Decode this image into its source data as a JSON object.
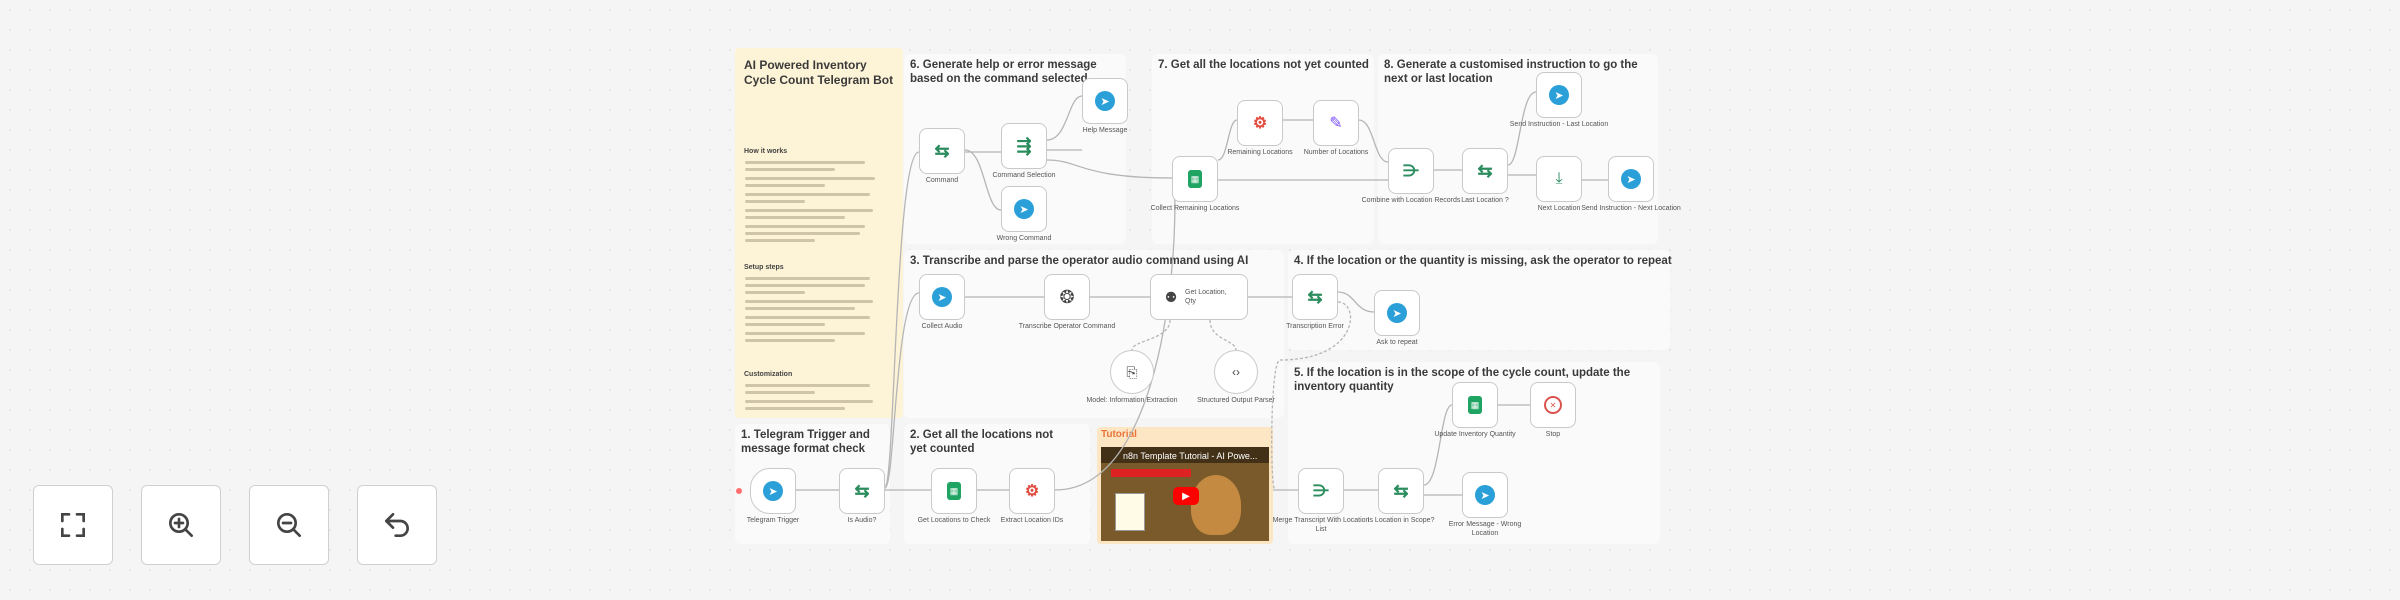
{
  "sticky": {
    "title": "AI Powered Inventory Cycle Count Telegram Bot",
    "how_it_works": "How it works",
    "setup_steps": "Setup steps",
    "customization": "Customization"
  },
  "sections": {
    "s1": "1. Telegram Trigger and message format check",
    "s2": "2. Get all the locations not yet counted",
    "s3": "3. Transcribe and parse the operator audio command using AI",
    "s4": "4. If the location or the quantity is missing, ask the operator to repeat",
    "s5": "5. If the location is in the scope of the cycle count, update the inventory quantity",
    "s6": "6. Generate help or error message based on the command selected",
    "s7": "7. Get all the locations not yet counted",
    "s8": "8. Generate a customised instruction to go the next or last location"
  },
  "tutorial": {
    "label": "Tutorial",
    "video_title": "n8n Template Tutorial - AI Powe..."
  },
  "nodes": {
    "telegram_trigger": "Telegram Trigger",
    "is_audio": "Is Audio?",
    "get_locations_to_check": "Get Locations to Check",
    "extract_location_ids": "Extract Location IDs",
    "command": "Command",
    "command_selection": "Command Selection",
    "help_message": "Help Message",
    "wrong_command": "Wrong Command",
    "collect_remaining_locations": "Collect Remaining Locations",
    "remaining_locations": "Remaining Locations",
    "number_of_locations": "Number of Locations",
    "combine_with_location_records": "Combine with Location Records",
    "last_location": "Last Location ?",
    "send_instruction_last_location": "Send Instruction - Last Location",
    "next_location": "Next Location",
    "send_instruction_next_location": "Send Instruction - Next Location",
    "collect_audio": "Collect Audio",
    "transcribe_operator_command": "Transcribe Operator Command",
    "get_location_qty": "Get Location, Qty",
    "model_information_extraction": "Model: Information Extraction",
    "structured_output_parser": "Structured Output Parser",
    "transcription_error": "Transcription Error",
    "ask_to_repeat": "Ask to repeat",
    "merge_transcript_with_location_list": "Merge Transcript With Location List",
    "is_location_in_scope": "Is Location in Scope?",
    "update_inventory_quantity": "Update Inventory Quantity",
    "stop": "Stop",
    "error_message_wrong_location": "Error Message - Wrong Location"
  },
  "icons": {
    "fit": "fit-view-icon",
    "zoom_in": "zoom-in-icon",
    "zoom_out": "zoom-out-icon",
    "reset": "reset-zoom-icon"
  },
  "colors": {
    "telegram": "#2a9fd8",
    "sheets": "#1fa463",
    "switch": "#2b8c5e",
    "code": "#e24d42",
    "sticky": "#fdf3d6",
    "tutorial": "#fde6c4",
    "tutorial_label": "#e8743b"
  }
}
